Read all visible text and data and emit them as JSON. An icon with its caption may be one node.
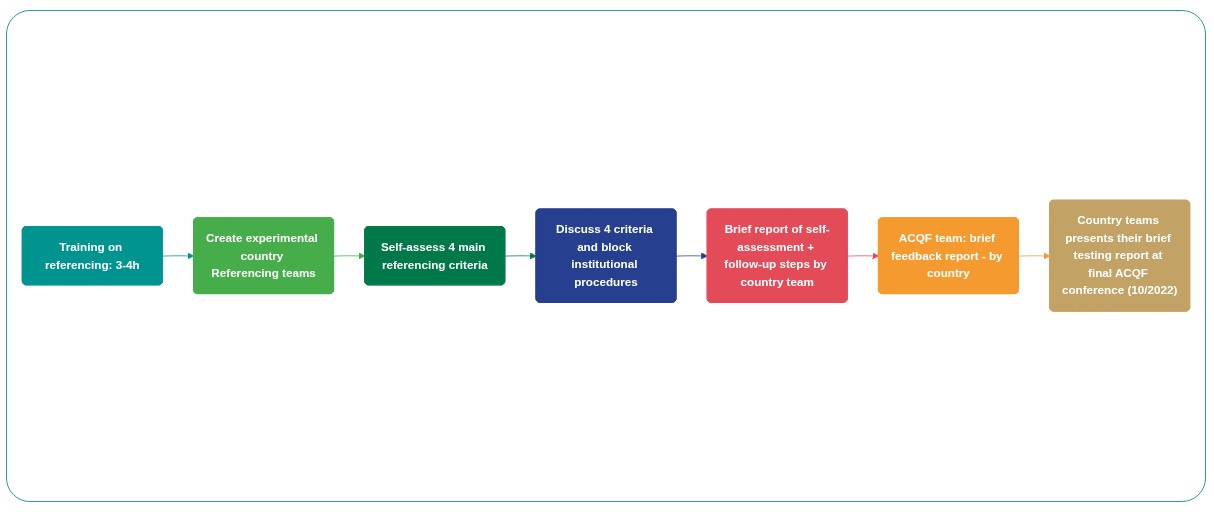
{
  "diagram": {
    "nodes": [
      {
        "text": [
          "Training on referencing: 3-4h"
        ]
      },
      {
        "text": [
          "Create experimental country Referencing teams"
        ]
      },
      {
        "text": [
          "Self-assess 4 main referencing criteria"
        ]
      },
      {
        "text": [
          "Discuss 4 criteria and block institutional procedures"
        ]
      },
      {
        "text": [
          "Brief report of self-assessment + follow-up steps by country team"
        ]
      },
      {
        "text": [
          "ACQF team: brief feedback report - by country"
        ]
      },
      {
        "text": [
          "Country teams presents their brief testing report at final ACQF conference (10/2022)"
        ]
      }
    ],
    "edges": [
      {
        "from": 0,
        "to": 1,
        "arrow": "to",
        "color": "#009490"
      },
      {
        "from": 1,
        "to": 2,
        "arrow": "to",
        "color": "#45ae4a"
      },
      {
        "from": 2,
        "to": 3,
        "arrow": "to",
        "color": "#00794a"
      },
      {
        "from": 3,
        "to": 4,
        "arrow": "to",
        "color": "#263f8f"
      },
      {
        "from": 4,
        "to": 5,
        "arrow": "to",
        "color": "#e44b58"
      },
      {
        "from": 5,
        "to": 6,
        "arrow": "to",
        "color": "#f59a2e"
      }
    ]
  }
}
